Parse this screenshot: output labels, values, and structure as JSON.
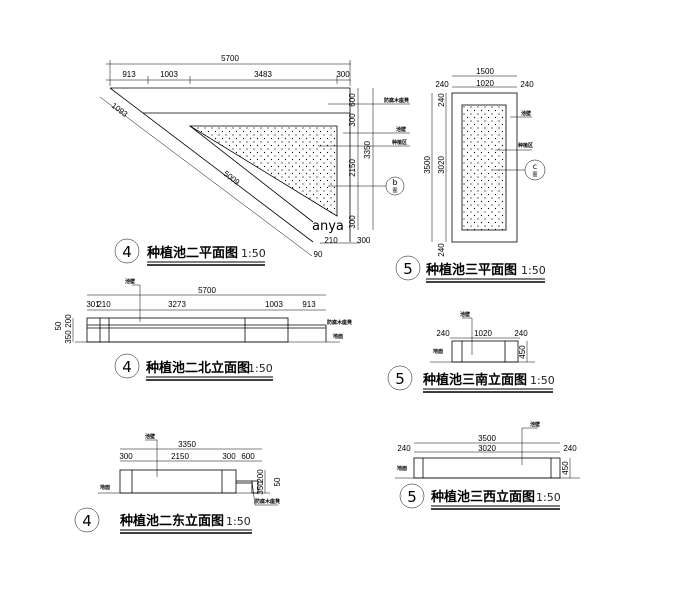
{
  "labels": {
    "bench": "防腐木座凳",
    "wall": "池壁",
    "planting": "种植区",
    "ground": "地面",
    "section_b": "b",
    "section_c": "c",
    "section_sub": "图",
    "watermark": "anya"
  },
  "plan4": {
    "number": "4",
    "title": "种植池二平面图",
    "scale": "1:50",
    "dims_top": [
      "5700",
      "913",
      "1003",
      "3483",
      "300"
    ],
    "dims_right": [
      "600",
      "300",
      "2150",
      "300",
      "3350"
    ],
    "dims_diag": [
      "1093",
      "5009"
    ],
    "dims_bottom": [
      "210",
      "300",
      "90"
    ]
  },
  "plan5": {
    "number": "5",
    "title": "种植池三平面图",
    "scale": "1:50",
    "dims_top": [
      "1500",
      "240",
      "1020",
      "240"
    ],
    "dims_left": [
      "3500",
      "3020",
      "240",
      "240"
    ]
  },
  "elev4n": {
    "number": "4",
    "title": "种植池二北立面图",
    "scale": "1:50",
    "dims_top": [
      "5700",
      "301",
      "210",
      "3273",
      "1003",
      "913"
    ],
    "dims_left": [
      "50",
      "200",
      "350"
    ]
  },
  "elev5s": {
    "number": "5",
    "title": "种植池三南立面图",
    "scale": "1:50",
    "dims_top": [
      "240",
      "1020",
      "240"
    ],
    "dims_right": [
      "450"
    ]
  },
  "elev4e": {
    "number": "4",
    "title": "种植池二东立面图",
    "scale": "1:50",
    "dims_top": [
      "3350",
      "300",
      "2150",
      "300",
      "600"
    ],
    "dims_right": [
      "350",
      "200",
      "50"
    ]
  },
  "elev5w": {
    "number": "5",
    "title": "种植池三西立面图",
    "scale": "1:50",
    "dims_top": [
      "3500",
      "3020",
      "240",
      "240"
    ],
    "dims_right": [
      "450"
    ]
  }
}
